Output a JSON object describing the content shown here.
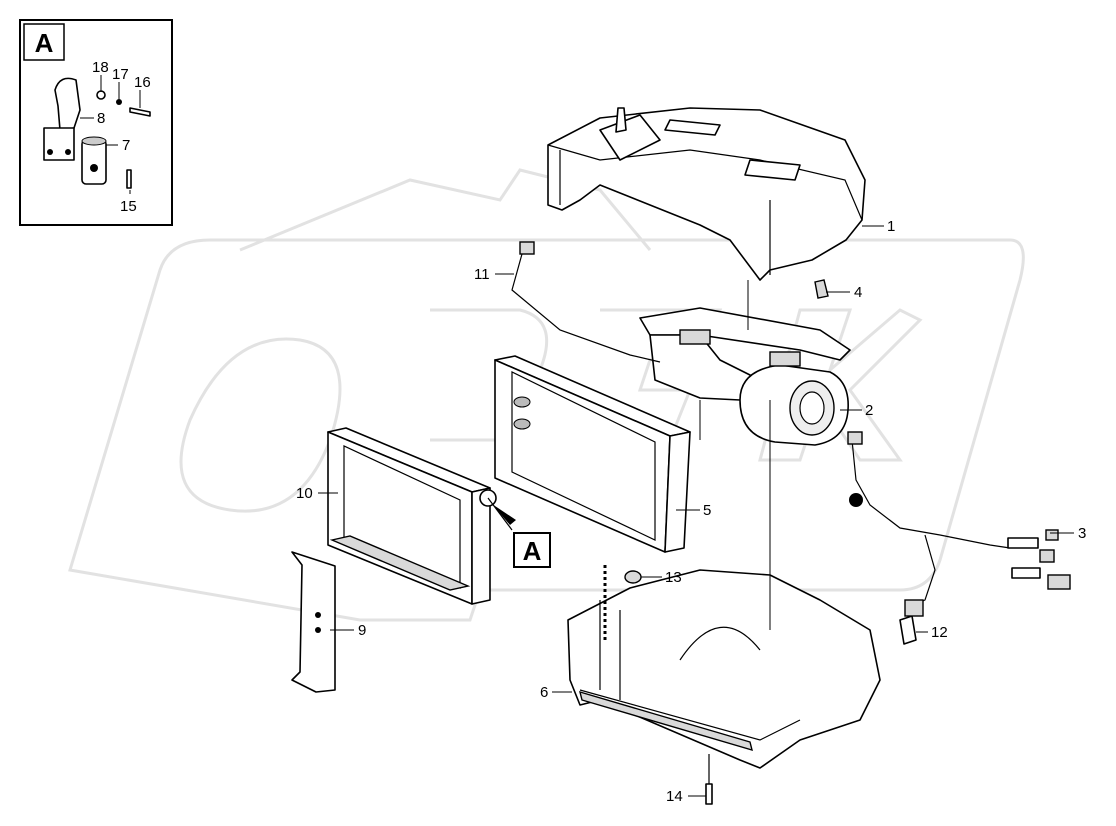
{
  "detail": {
    "letter": "A"
  },
  "main_callout": {
    "letter": "A"
  },
  "labels": {
    "p1": "1",
    "p2": "2",
    "p3": "3",
    "p4": "4",
    "p5": "5",
    "p6": "6",
    "p7": "7",
    "p8": "8",
    "p9": "9",
    "p10": "10",
    "p11": "11",
    "p12": "12",
    "p13": "13",
    "p14": "14",
    "p15": "15",
    "p16": "16",
    "p17": "17",
    "p18": "18"
  }
}
